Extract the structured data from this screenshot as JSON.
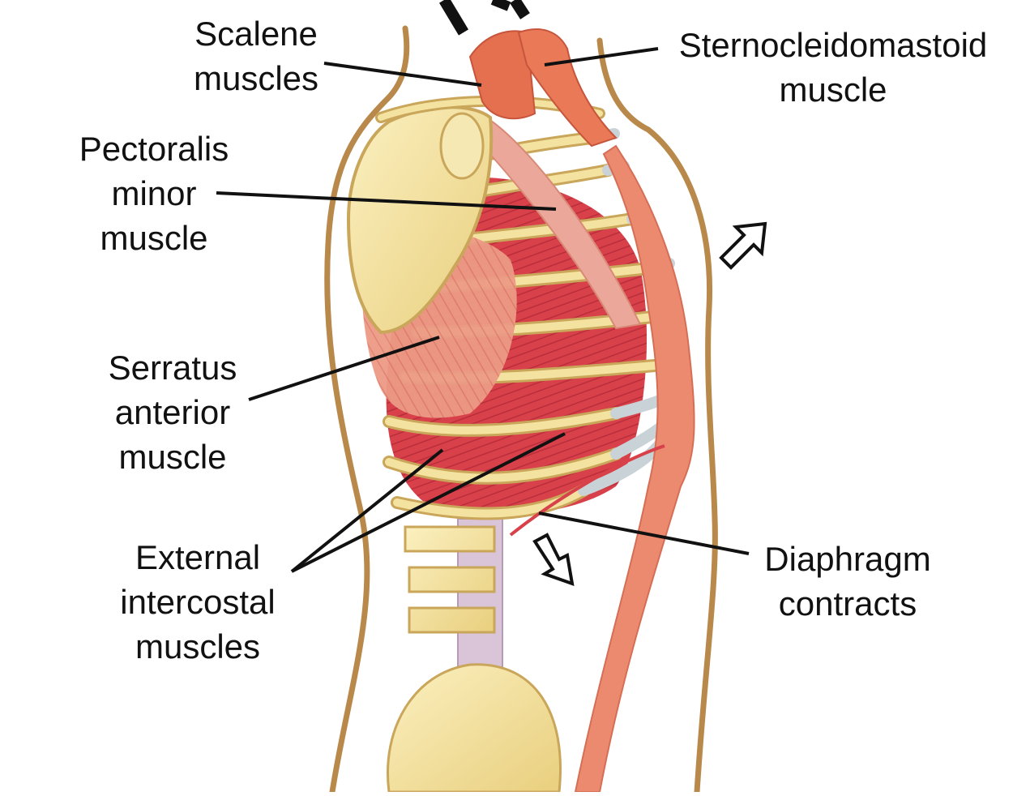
{
  "labels": {
    "scalene": "Scalene\nmuscles",
    "scm": "Sternocleidomastoid\nmuscle",
    "pectoralis": "Pectoralis\nminor\nmuscle",
    "serratus": "Serratus\nanterior\nmuscle",
    "external": "External\nintercostal\nmuscles",
    "diaphragm": "Diaphragm\ncontracts"
  },
  "colors": {
    "muscle_red": "#d8404a",
    "muscle_light": "#ec9a86",
    "bone": "#f4e3a0",
    "bone_edge": "#c9a65a",
    "cartilage": "#c9d2d6",
    "outline": "#b8894a",
    "leader": "#111111"
  }
}
